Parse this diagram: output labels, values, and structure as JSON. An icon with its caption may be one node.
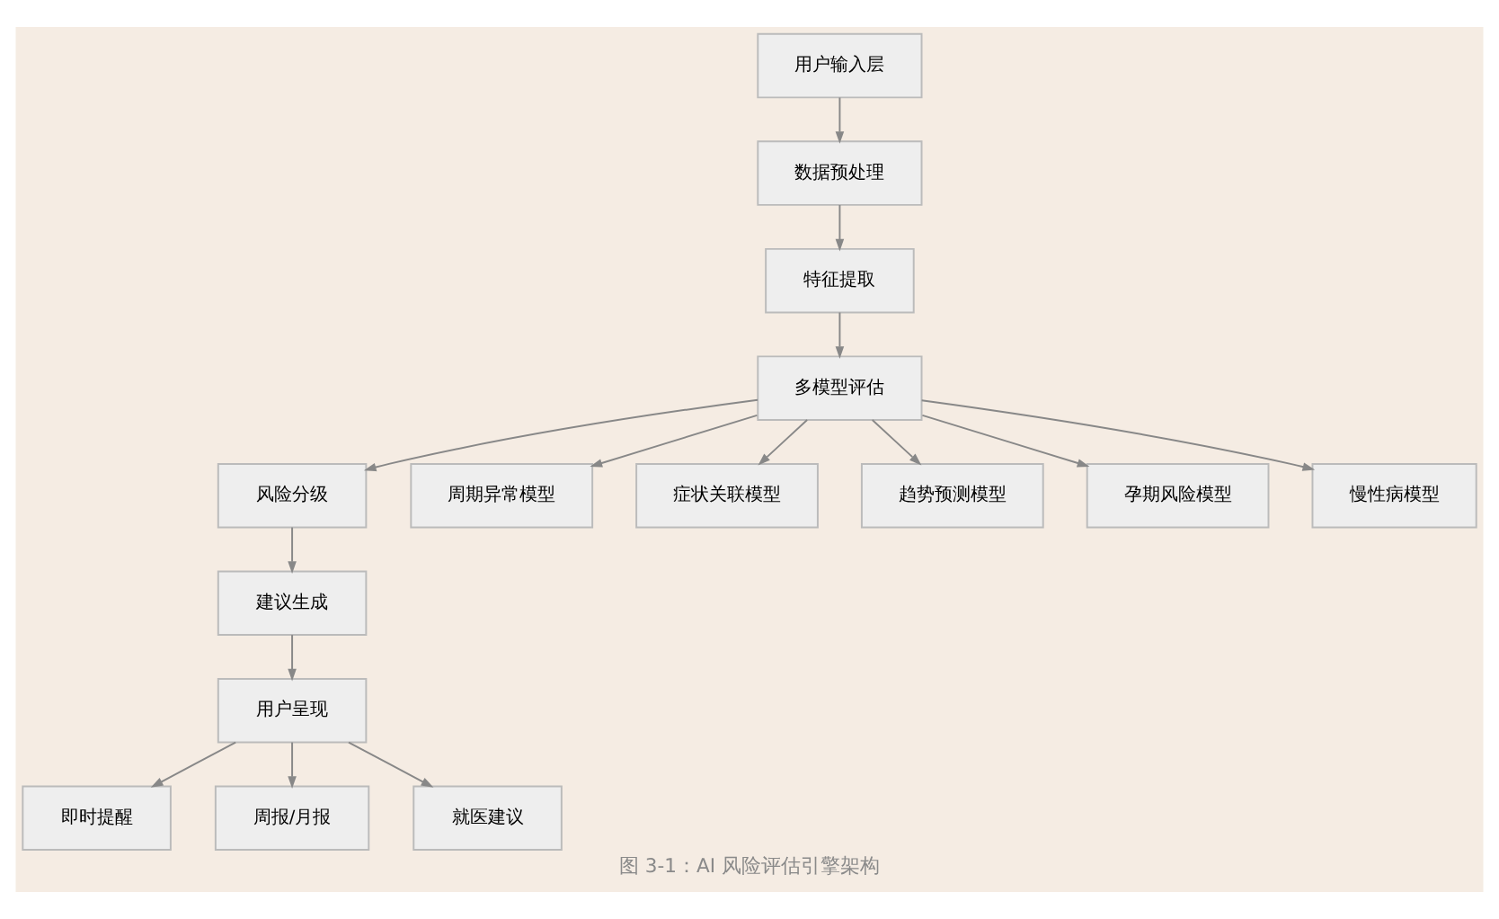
{
  "diagram": {
    "caption": "图 3-1：AI 风险评估引擎架构",
    "nodes": [
      {
        "text": [
          "用户输入层"
        ]
      },
      {
        "text": [
          "数据预处理"
        ]
      },
      {
        "text": [
          "特征提取"
        ]
      },
      {
        "text": [
          "多模型评估"
        ]
      },
      {
        "text": [
          "风险分级"
        ]
      },
      {
        "text": [
          "周期异常模型"
        ]
      },
      {
        "text": [
          "症状关联模型"
        ]
      },
      {
        "text": [
          "趋势预测模型"
        ]
      },
      {
        "text": [
          "孕期风险模型"
        ]
      },
      {
        "text": [
          "慢性病模型"
        ]
      },
      {
        "text": [
          "建议生成"
        ]
      },
      {
        "text": [
          "用户呈现"
        ]
      },
      {
        "text": [
          "即时提醒"
        ]
      },
      {
        "text": [
          "周报/月报"
        ]
      },
      {
        "text": [
          "就医建议"
        ]
      }
    ],
    "edges": [
      {
        "from": 0,
        "to": 1,
        "arrow": "to"
      },
      {
        "from": 1,
        "to": 2,
        "arrow": "to"
      },
      {
        "from": 2,
        "to": 3,
        "arrow": "to"
      },
      {
        "from": 3,
        "to": 4,
        "arrow": "to"
      },
      {
        "from": 3,
        "to": 5,
        "arrow": "to"
      },
      {
        "from": 3,
        "to": 6,
        "arrow": "to"
      },
      {
        "from": 3,
        "to": 7,
        "arrow": "to"
      },
      {
        "from": 3,
        "to": 8,
        "arrow": "to"
      },
      {
        "from": 3,
        "to": 9,
        "arrow": "to"
      },
      {
        "from": 4,
        "to": 10,
        "arrow": "to"
      },
      {
        "from": 10,
        "to": 11,
        "arrow": "to"
      },
      {
        "from": 11,
        "to": 12,
        "arrow": "to"
      },
      {
        "from": 11,
        "to": 13,
        "arrow": "to"
      },
      {
        "from": 11,
        "to": 14,
        "arrow": "to"
      }
    ]
  }
}
